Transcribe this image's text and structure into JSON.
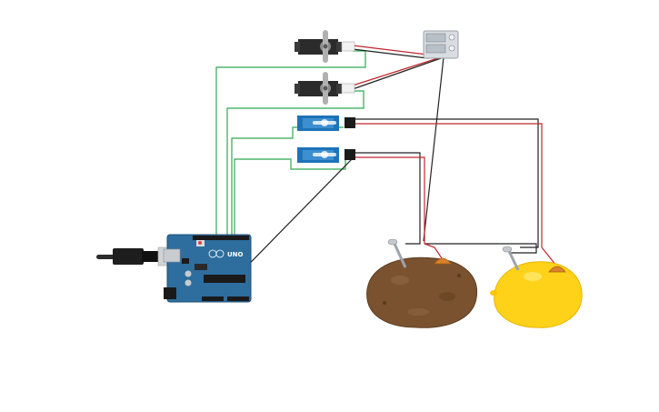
{
  "arduino": {
    "logo_text": "UNO",
    "board_color": "#2E6E9E",
    "board_edge": "#1F4F75"
  },
  "components": {
    "servo_micro_count": 2,
    "servo_large_count": 2,
    "battery_color": "#D9DDE1",
    "potato_color": "#7A5230",
    "lemon_color": "#FFD21A"
  },
  "wires": {
    "signal_color": "#2FA84F",
    "ground_color": "#222222",
    "power_color": "#C0272D"
  }
}
